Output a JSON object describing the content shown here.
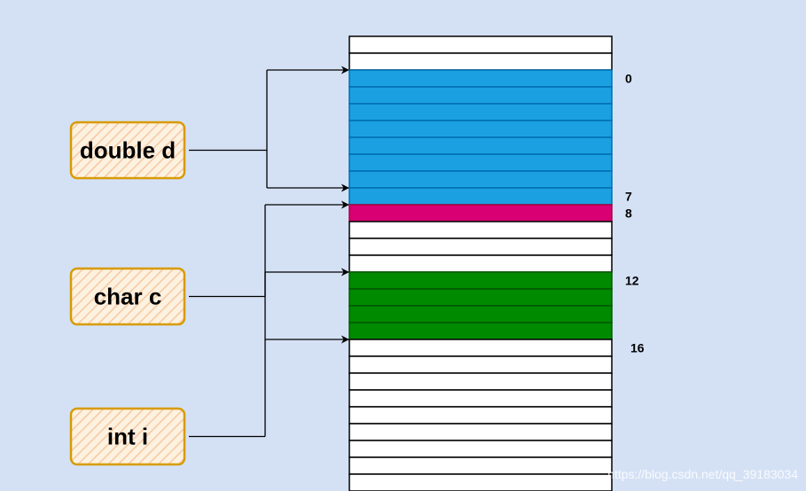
{
  "diagram": {
    "colors": {
      "background": "#d4e1f5",
      "empty_cell": "#ffffff",
      "cell_border": "#000000",
      "double_fill": "#1ba1e2",
      "double_border": "#006eaf",
      "char_fill": "#d80073",
      "char_border": "#a50040",
      "int_fill": "#008a00",
      "int_border": "#005700",
      "var_box_fill": "#fdf1e0",
      "var_box_hatch": "#f6c9a2",
      "var_box_border": "#d79b00",
      "line": "#000000"
    },
    "memory": {
      "leading_empty_rows": 2,
      "total_rows": 27,
      "blocks": [
        {
          "name": "double-block",
          "start": 0,
          "count": 8,
          "fill": "#1ba1e2",
          "border": "#006eaf"
        },
        {
          "name": "char-block",
          "start": 8,
          "count": 1,
          "fill": "#d80073",
          "border": "#a50040"
        },
        {
          "name": "int-block",
          "start": 12,
          "count": 4,
          "fill": "#008a00",
          "border": "#005700"
        }
      ],
      "offset_labels": [
        {
          "text": "0",
          "offset": 0
        },
        {
          "text": "7",
          "offset": 7
        },
        {
          "text": "8",
          "offset": 8
        },
        {
          "text": "12",
          "offset": 12
        },
        {
          "text": "16",
          "offset": 16
        }
      ]
    },
    "variables": [
      {
        "name": "double-d",
        "label": "double d",
        "arrows_to": [
          0,
          7
        ]
      },
      {
        "name": "char-c",
        "label": "char c",
        "arrows_to": [
          8
        ]
      },
      {
        "name": "int-i",
        "label": "int i",
        "arrows_to": [
          12,
          16
        ]
      }
    ],
    "watermark": "https://blog.csdn.net/qq_39183034"
  }
}
